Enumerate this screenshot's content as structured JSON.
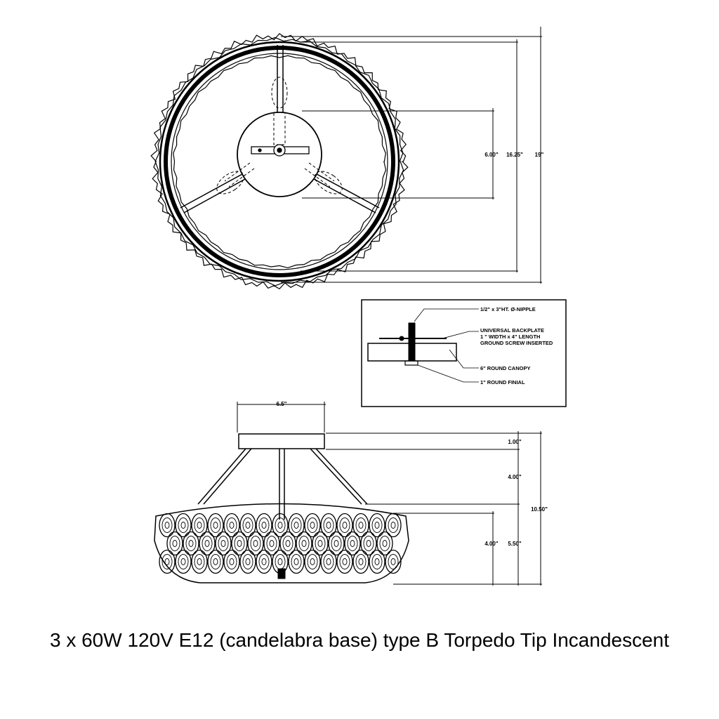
{
  "top_view": {
    "dim_canopy": "6.00\"",
    "dim_inner": "16.25\"",
    "dim_outer": "19\""
  },
  "detail": {
    "nipple": "1/2\" x 3\"HT. Ø-NIPPLE",
    "backplate_1": "UNIVERSAL BACKPLATE",
    "backplate_2": "1 \" WIDTH x 4\" LENGTH",
    "backplate_3": "GROUND SCREW INSERTED",
    "canopy": "6\" ROUND CANOPY",
    "finial": "1\" ROUND FINIAL"
  },
  "side_view": {
    "dim_canopy_width": "6.5\"",
    "dim_canopy_height": "1.00\"",
    "dim_arm_drop": "4.00\"",
    "dim_total": "10.50\"",
    "dim_shade_inner": "4.00\"",
    "dim_shade": "5.50\""
  },
  "caption": "3 x 60W 120V E12 (candelabra base) type B Torpedo Tip Incandescent"
}
